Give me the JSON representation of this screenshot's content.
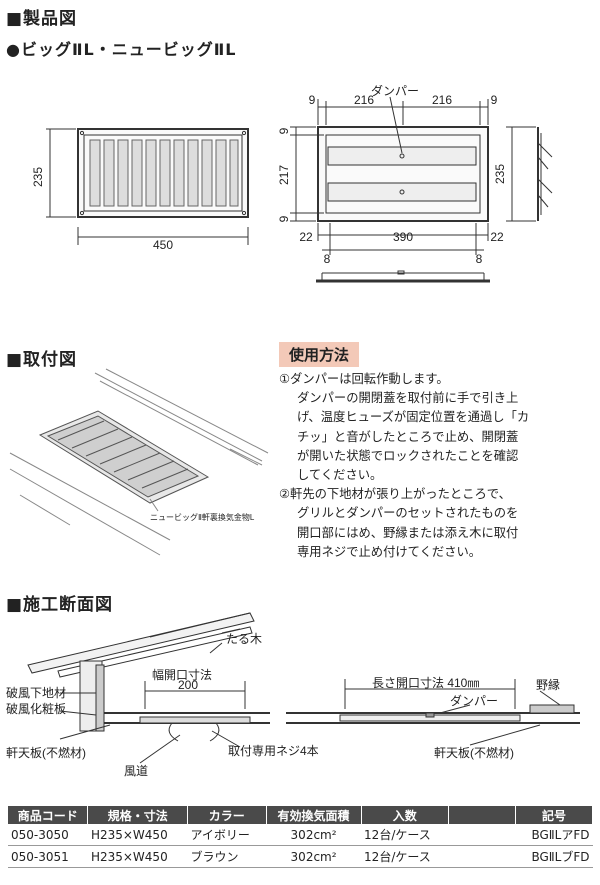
{
  "sections": {
    "product_fig": "■製品図",
    "install_fig": "■取付図",
    "section_fig": "■施工断面図"
  },
  "product_name": "●ビッグⅡL・ニュービッグⅡL",
  "front_dims": {
    "height": "235",
    "width": "450"
  },
  "back_dims": {
    "damper": "ダンパー",
    "top": [
      "9",
      "216",
      "216",
      "9"
    ],
    "left": [
      "9",
      "217",
      "9"
    ],
    "bottom": [
      "22",
      "390",
      "22"
    ],
    "bottom2": [
      "8",
      "8"
    ]
  },
  "side_dims": {
    "height": "235"
  },
  "install_label": "ニュービッグⅡ軒裏換気金物L",
  "usage": {
    "title": "使用方法",
    "lines": [
      "①ダンパーは回転作動します。",
      "ダンパーの開閉蓋を取付前に手で引き上",
      "げ、温度ヒューズが固定位置を通過し「カ",
      "チッ」と音がしたところで止め、開閉蓋",
      "が開いた状態でロックされたことを確認",
      "してください。",
      "②軒先の下地材が張り上がったところで、",
      "グリルとダンパーのセットされたものを",
      "開口部にはめ、野縁または添え木に取付",
      "専用ネジで止め付けてください。"
    ]
  },
  "section_labels": {
    "taruki": "たる木",
    "width_open": "幅開口寸法",
    "width_val": "200",
    "hafu_shita": "破風下地材",
    "hafu_kesho": "破風化粧板",
    "nokiten_left": "軒天板(不燃材)",
    "fudo": "風道",
    "screw": "取付専用ネジ4本",
    "length_open": "長さ開口寸法 410㎜",
    "damper": "ダンパー",
    "noen": "野縁",
    "nokiten_right": "軒天板(不燃材)"
  },
  "table": {
    "headers": [
      "商品コード",
      "規格・寸法",
      "カラー",
      "有効換気面積",
      "入数",
      "",
      "記号"
    ],
    "rows": [
      [
        "050-3050",
        "H235×W450",
        "アイボリー",
        "302cm²",
        "12台/ケース",
        "",
        "BGⅡLアFD"
      ],
      [
        "050-3051",
        "H235×W450",
        "ブラウン",
        "302cm²",
        "12台/ケース",
        "",
        "BGⅡLブFD"
      ]
    ]
  }
}
